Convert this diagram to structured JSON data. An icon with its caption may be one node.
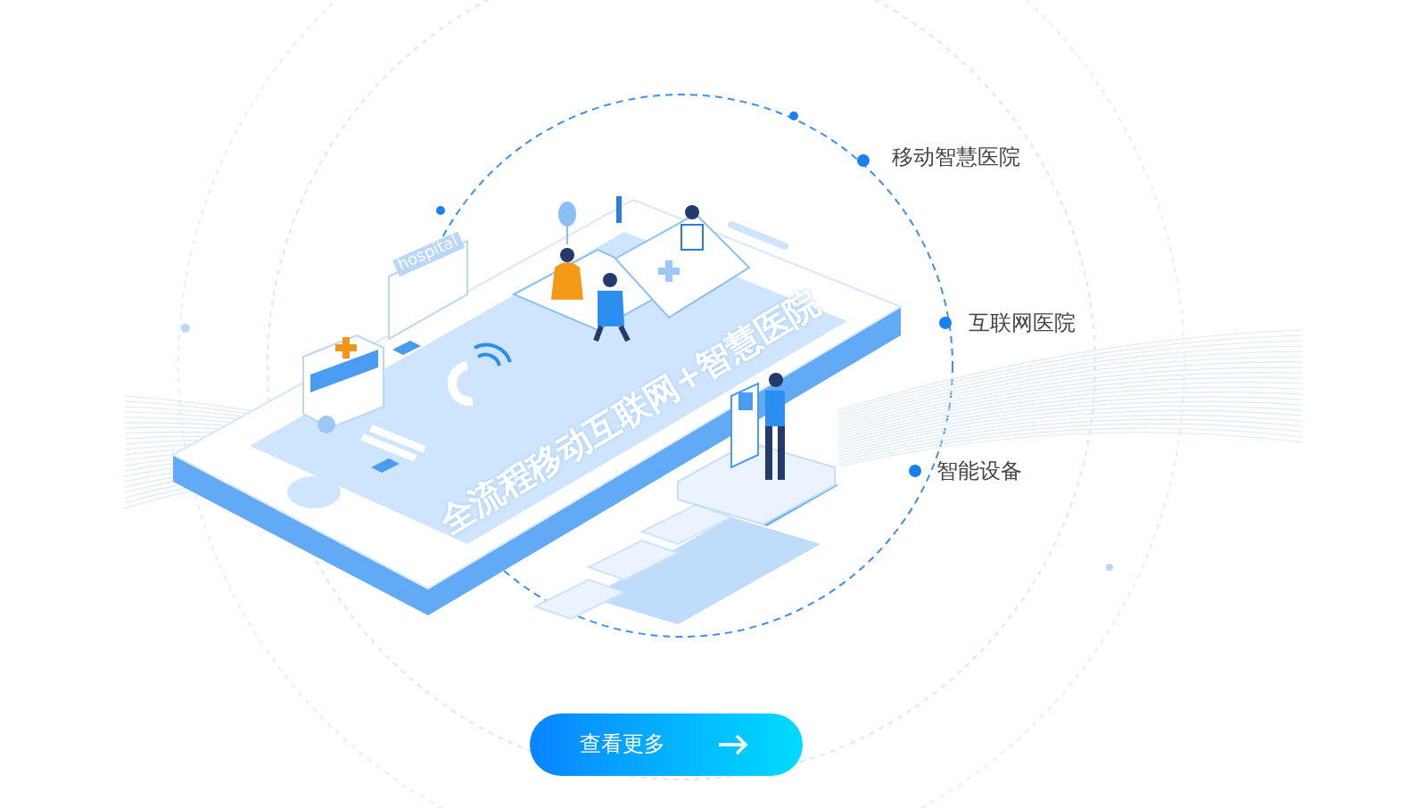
{
  "diagram": {
    "labels": [
      "移动智慧医院",
      "hospital",
      "互联网医院",
      "全流程移动互联网+智慧医院",
      "智能设备",
      "查看更多"
    ]
  }
}
